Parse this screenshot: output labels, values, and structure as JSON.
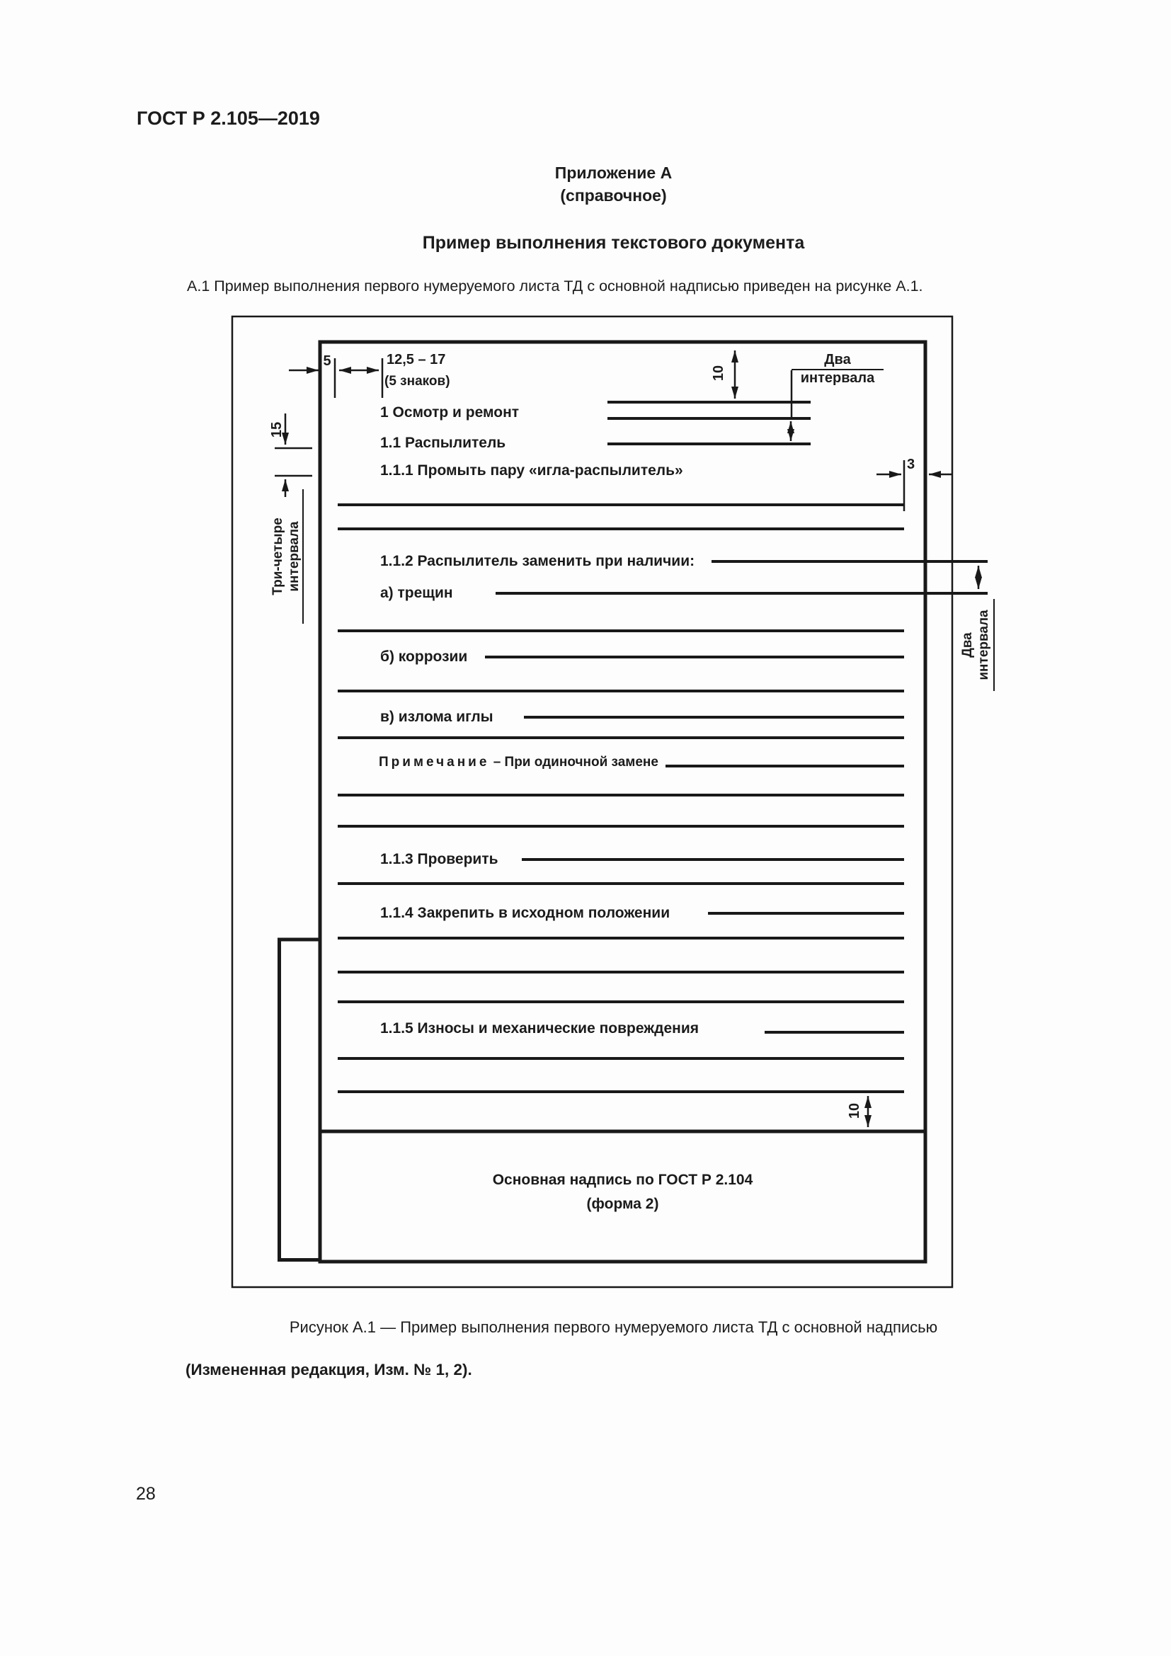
{
  "header": {
    "doc_code": "ГОСТ Р 2.105—2019"
  },
  "appendix": {
    "label": "Приложение А",
    "kind": "(справочное)",
    "title": "Пример выполнения текстового документа",
    "paragraph": "А.1  Пример выполнения первого нумеруемого листа ТД с основной надписью приведен на рисунке А.1."
  },
  "figure": {
    "dims": {
      "indent_frame": "5",
      "indent_para": "12,5 – 17",
      "indent_para_note": "(5 знаков)",
      "top_gap": "10",
      "right_gap": "3",
      "heading_gap": "15",
      "two_intervals_top_line1": "Два",
      "two_intervals_top_line2": "интервала",
      "two_intervals_right_line1": "Два",
      "two_intervals_right_line2": "интервала",
      "three_four_line1": "Три-четыре",
      "three_four_line2": "интервала",
      "bottom_gap": "10"
    },
    "content": {
      "h1": "1 Осмотр и ремонт",
      "h11": "1.1 Распылитель",
      "p111": "1.1.1 Промыть пару «игла-распылитель»",
      "p112": "1.1.2 Распылитель заменить при наличии:",
      "item_a": "а) трещин",
      "item_b": "б) коррозии",
      "item_v": "в) излома иглы",
      "note_label": "Примечание",
      "note_rest": "– При одиночной замене",
      "p113": "1.1.3 Проверить",
      "p114": "1.1.4 Закрепить в исходном положении",
      "p115": "1.1.5 Износы и механические повреждения",
      "title_block_line1": "Основная надпись по ГОСТ Р 2.104",
      "title_block_line2": "(форма 2)"
    }
  },
  "caption": "Рисунок А.1 — Пример выполнения первого нумеруемого листа ТД с основной надписью",
  "revision_note": "(Измененная редакция, Изм. № 1, 2).",
  "footer": {
    "page_number": "28"
  },
  "colors": {
    "ink": "#1b1b1b",
    "paper": "#fdfdfd"
  }
}
